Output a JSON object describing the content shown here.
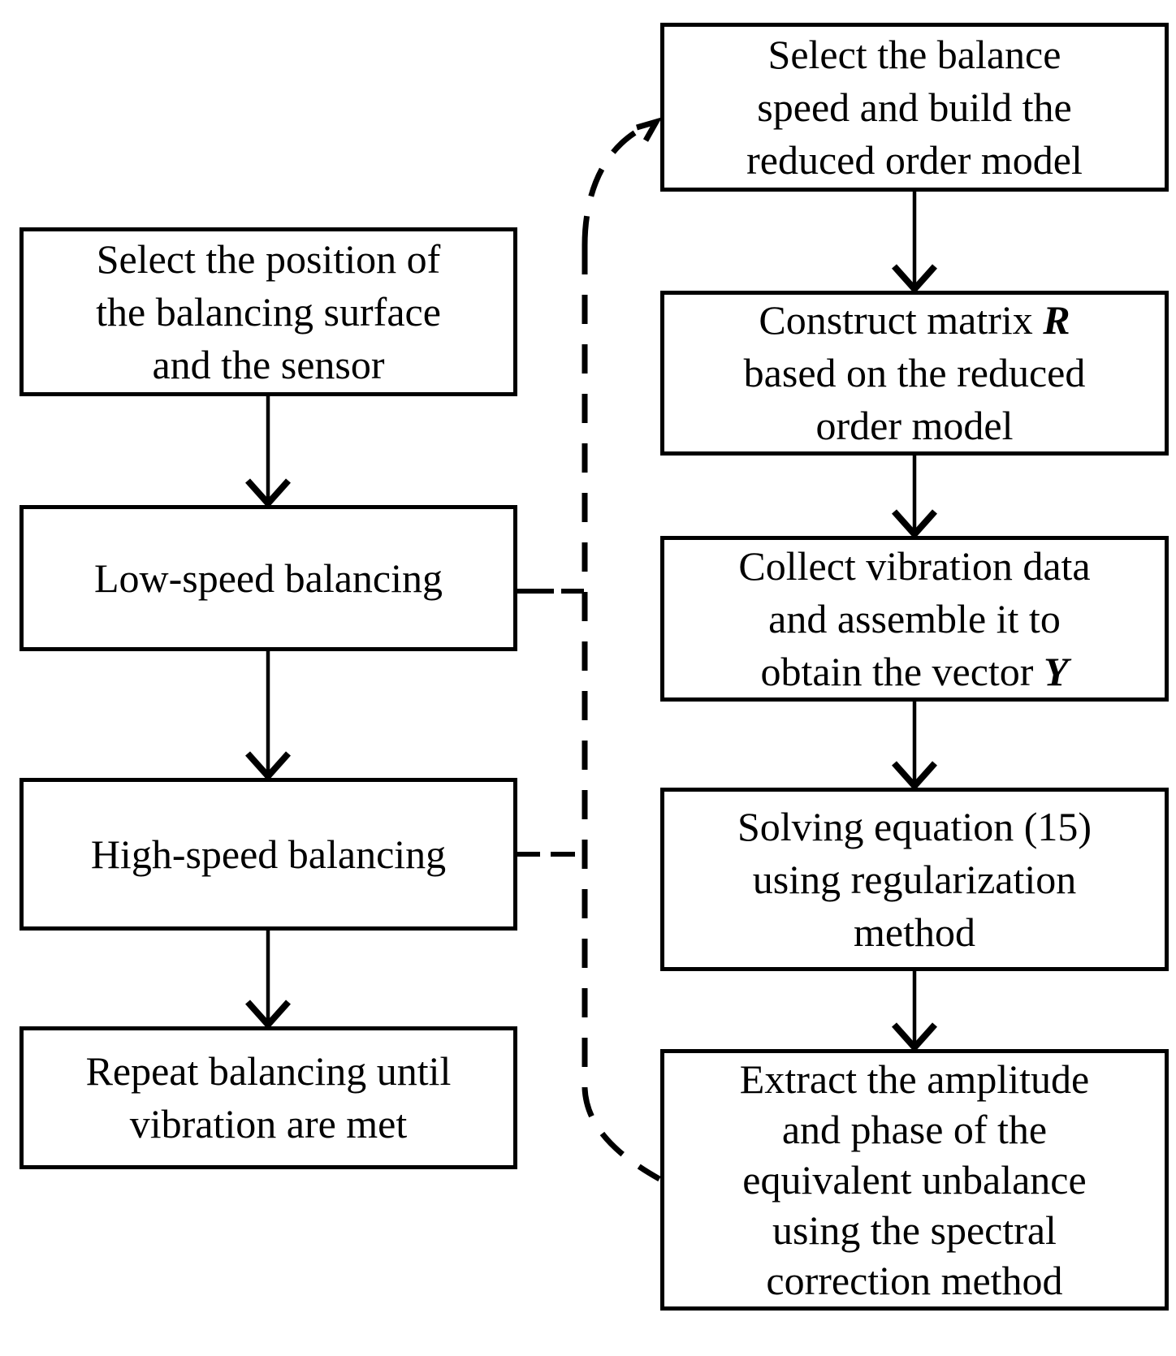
{
  "page": {
    "background_color": "#ffffff",
    "line_color": "#000000"
  },
  "flowchart": {
    "left_column": {
      "select_position": {
        "lines": [
          "Select the position of",
          "the balancing surface",
          "and the sensor"
        ]
      },
      "low_speed": {
        "lines": [
          "Low-speed balancing"
        ]
      },
      "high_speed": {
        "lines": [
          "High-speed balancing"
        ]
      },
      "repeat_balancing": {
        "lines": [
          "Repeat balancing until",
          "vibration are met"
        ]
      }
    },
    "right_column": {
      "select_speed": {
        "lines": [
          "Select the balance",
          "speed and build the",
          "reduced order model"
        ]
      },
      "construct_matrix": {
        "line1_prefix": "Construct matrix ",
        "line1_symbol": "R",
        "line2": "based on the reduced",
        "line3": "order model"
      },
      "collect_vibration": {
        "line1": "Collect vibration data",
        "line2": "and assemble it to",
        "line3_prefix": "obtain the vector ",
        "line3_symbol": "Y"
      },
      "solve_equation": {
        "lines": [
          "Solving equation (15)",
          "using regularization",
          "method"
        ]
      },
      "extract_unbalance": {
        "lines": [
          "Extract the amplitude",
          "and phase of the",
          "equivalent unbalance",
          "using the spectral",
          "correction method"
        ]
      }
    }
  }
}
